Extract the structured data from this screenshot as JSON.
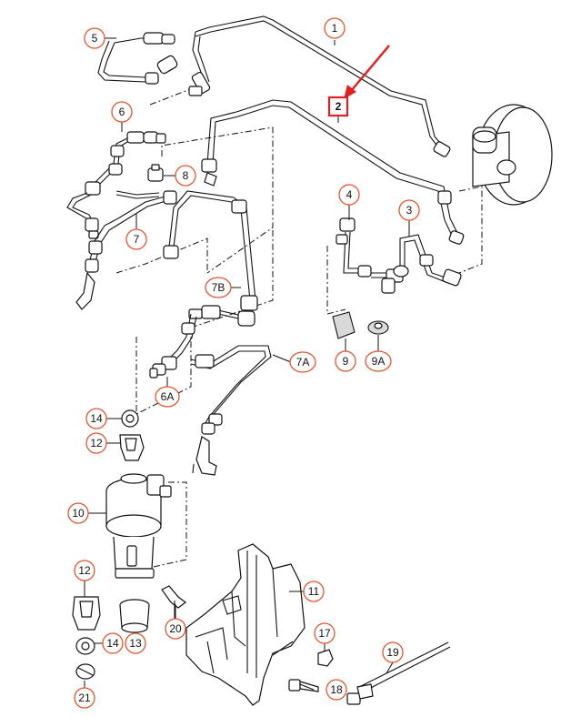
{
  "diagram": {
    "accent_color": "#e2552b",
    "highlight_color": "#e02020",
    "callouts": [
      {
        "id": "1",
        "label": "1"
      },
      {
        "id": "2",
        "label": "2"
      },
      {
        "id": "3",
        "label": "3"
      },
      {
        "id": "4",
        "label": "4"
      },
      {
        "id": "5",
        "label": "5"
      },
      {
        "id": "6",
        "label": "6"
      },
      {
        "id": "6A",
        "label": "6A"
      },
      {
        "id": "7",
        "label": "7"
      },
      {
        "id": "7A",
        "label": "7A"
      },
      {
        "id": "7B",
        "label": "7B"
      },
      {
        "id": "8",
        "label": "8"
      },
      {
        "id": "9",
        "label": "9"
      },
      {
        "id": "9A",
        "label": "9A"
      },
      {
        "id": "10",
        "label": "10"
      },
      {
        "id": "11",
        "label": "11"
      },
      {
        "id": "12a",
        "label": "12"
      },
      {
        "id": "12b",
        "label": "12"
      },
      {
        "id": "13",
        "label": "13"
      },
      {
        "id": "14a",
        "label": "14"
      },
      {
        "id": "14b",
        "label": "14"
      },
      {
        "id": "17",
        "label": "17"
      },
      {
        "id": "18",
        "label": "18"
      },
      {
        "id": "19",
        "label": "19"
      },
      {
        "id": "20",
        "label": "20"
      },
      {
        "id": "21",
        "label": "21"
      }
    ],
    "highlighted_callout": "2",
    "arrow_icon": "red-arrow-icon"
  }
}
